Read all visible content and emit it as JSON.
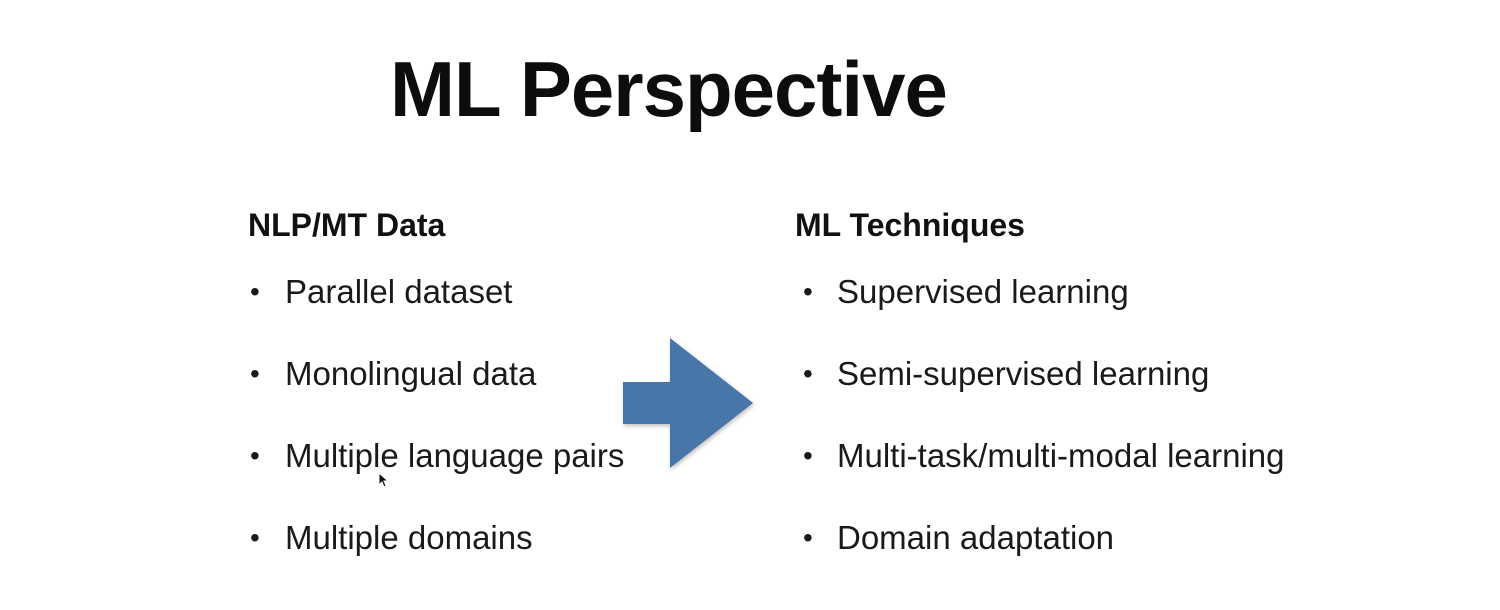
{
  "title": "ML Perspective",
  "left": {
    "heading": "NLP/MT Data",
    "items": [
      "Parallel dataset",
      "Monolingual data",
      "Multiple language pairs",
      "Multiple domains"
    ]
  },
  "right": {
    "heading": "ML Techniques",
    "items": [
      "Supervised learning",
      "Semi-supervised learning",
      "Multi-task/multi-modal learning",
      "Domain adaptation"
    ]
  },
  "bullet_glyph": "•",
  "icons": {
    "arrow": "right-arrow-icon",
    "cursor": "mouse-cursor-icon"
  },
  "colors": {
    "arrow": "#4a76a8",
    "text": "#111111",
    "background": "#ffffff"
  }
}
